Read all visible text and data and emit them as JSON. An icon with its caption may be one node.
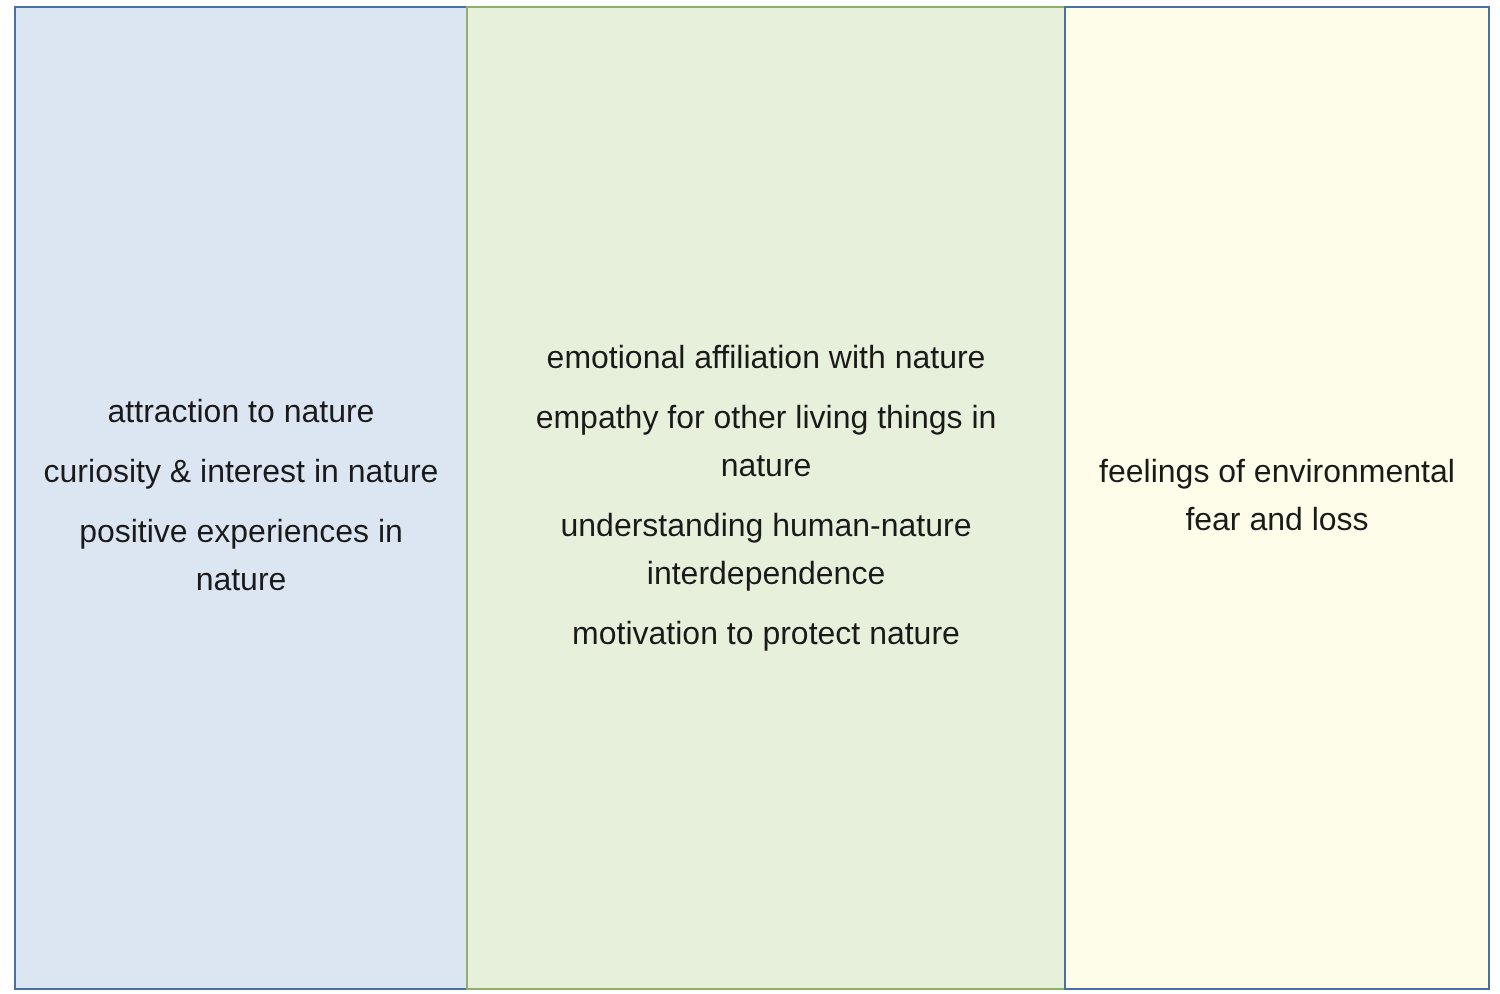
{
  "diagram": {
    "nodes": [
      {
        "text": [
          "attraction to nature",
          "curiosity & interest in nature",
          "positive experiences in nature"
        ]
      },
      {
        "text": [
          "emotional affiliation with nature",
          "empathy for other living things in nature",
          "understanding human-nature interdependence",
          "motivation to protect nature"
        ]
      },
      {
        "text": [
          "feelings of environmental fear and loss"
        ]
      }
    ]
  }
}
